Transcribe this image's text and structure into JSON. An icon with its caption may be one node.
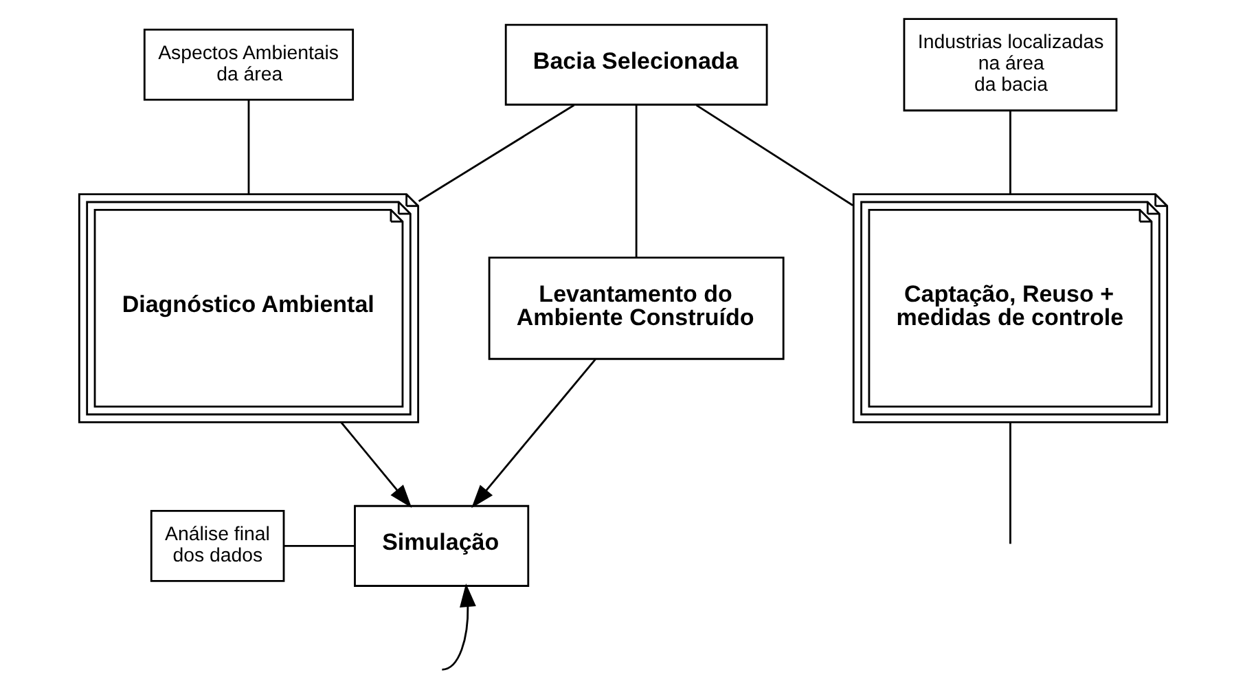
{
  "diagram": {
    "nodes": [
      {
        "text": [
          "Bacia Selecionada"
        ]
      },
      {
        "text": [
          "Aspectos Ambientais da área"
        ]
      },
      {
        "text": [
          "Diagnóstico Ambiental"
        ]
      },
      {
        "text": [
          "Levantamento do Ambiente Construído"
        ]
      },
      {
        "text": [
          "Industrias localizadas na área da bacia"
        ]
      },
      {
        "text": [
          "Captação, Reuso + medidas de controle"
        ]
      },
      {
        "text": [
          "Simulação"
        ]
      },
      {
        "text": [
          "Análise final dos dados"
        ]
      }
    ],
    "edges": [
      {
        "from": 0,
        "to": 2,
        "arrow": "none"
      },
      {
        "from": 0,
        "to": 3,
        "arrow": "none"
      },
      {
        "from": 0,
        "to": 5,
        "arrow": "none"
      },
      {
        "from": 1,
        "to": 2,
        "arrow": "none"
      },
      {
        "from": 4,
        "to": 5,
        "arrow": "none"
      },
      {
        "from": 2,
        "to": 6,
        "arrow": "to"
      },
      {
        "from": 3,
        "to": 6,
        "arrow": "to"
      },
      {
        "from": 7,
        "to": 6,
        "arrow": "none"
      },
      {
        "from": null,
        "to": 6,
        "arrow": "to"
      },
      {
        "from": 5,
        "to": null,
        "arrow": "none"
      }
    ]
  }
}
